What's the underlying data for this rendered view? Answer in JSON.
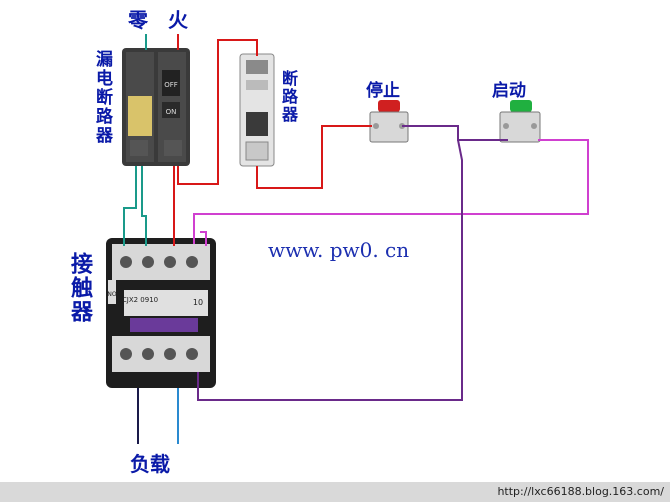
{
  "labels": {
    "neutral": "零",
    "live": "火",
    "rcd_breaker": "漏电断路器",
    "breaker": "断路器",
    "stop": "停止",
    "start": "启动",
    "contactor": "接触器",
    "load": "负载"
  },
  "breaker_marks": {
    "off": "OFF",
    "on": "ON"
  },
  "contactor_marks": {
    "model": "CJX2 0910",
    "code": "10",
    "side_mark": "NO"
  },
  "watermark": "www. pw0. cn",
  "footer_url": "http://lxc66188.blog.163.com/",
  "colors": {
    "label": "#0a1aa8",
    "wire_red": "#d81818",
    "wire_teal": "#1a9a8a",
    "wire_blue": "#2a8ad0",
    "wire_purple": "#6a2a8a",
    "wire_magenta": "#d040d0",
    "wire_dark": "#1a1a4a",
    "stop_button": "#d02020",
    "start_button": "#20b040"
  }
}
